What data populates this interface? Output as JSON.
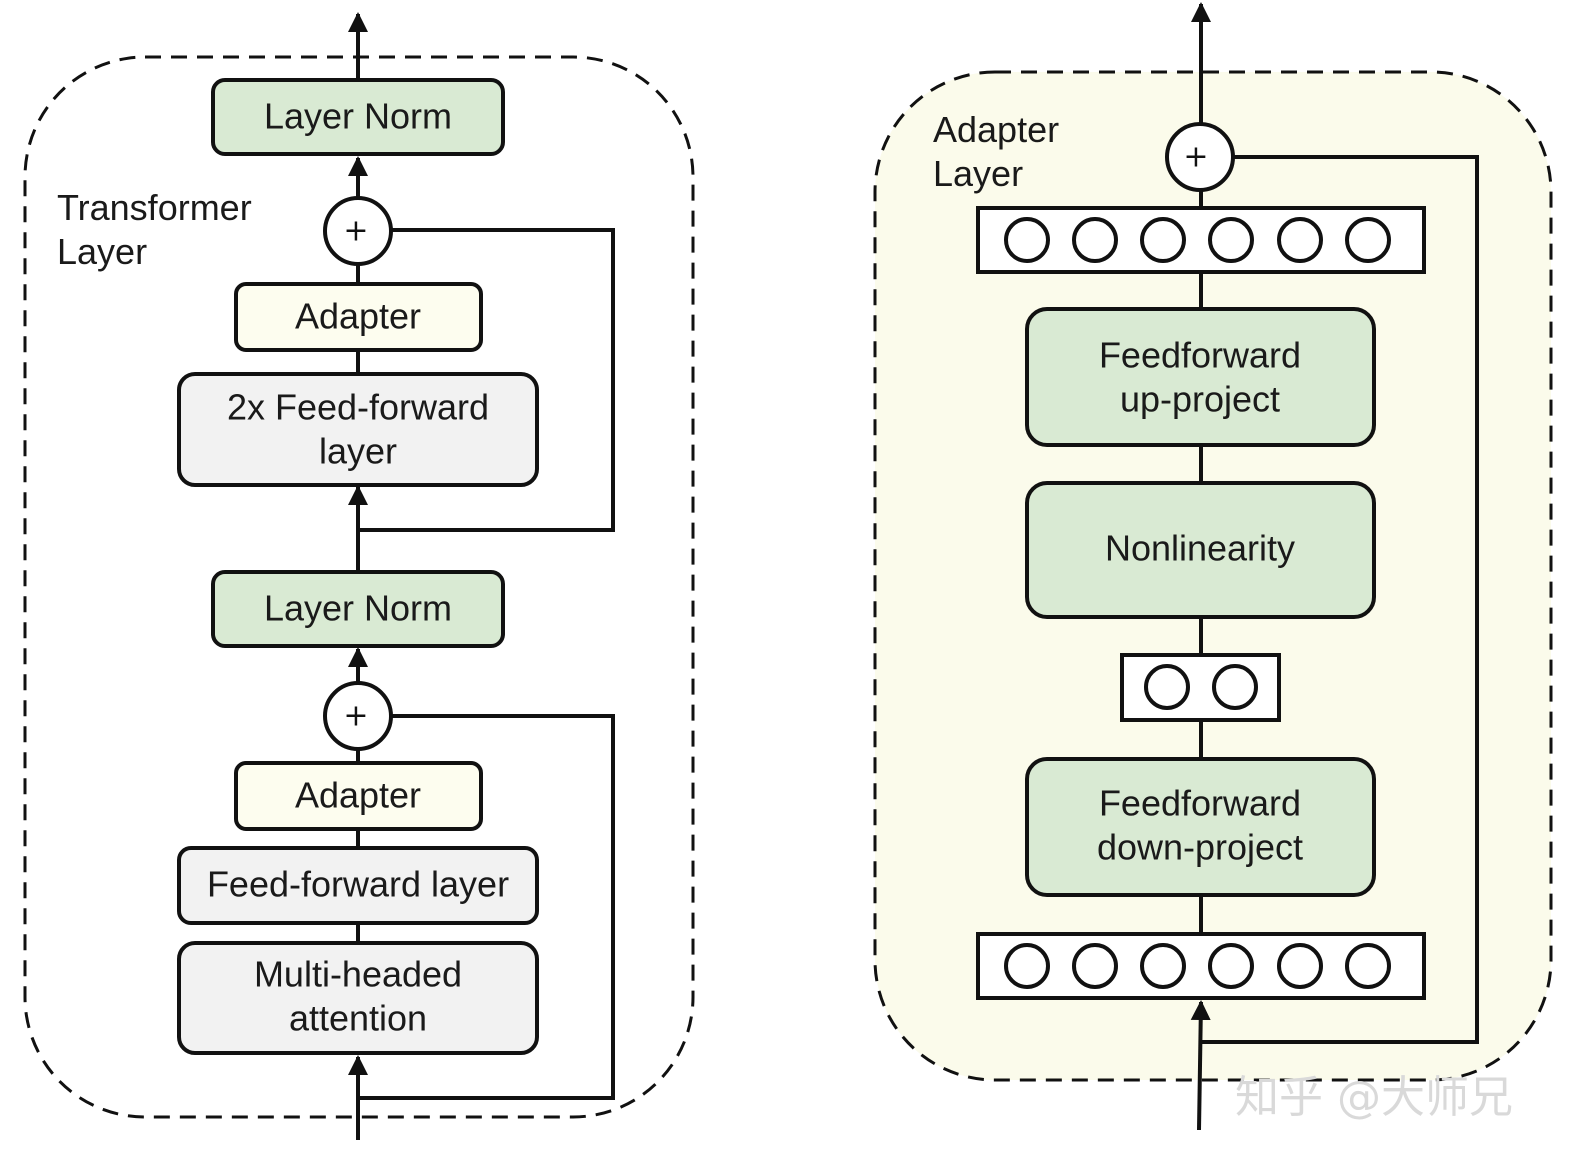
{
  "transformer": {
    "title_line1": "Transformer",
    "title_line2": "Layer",
    "layer_norm_top": "Layer Norm",
    "adapter_top": "Adapter",
    "ff2x_line1": "2x Feed-forward",
    "ff2x_line2": "layer",
    "layer_norm_mid": "Layer Norm",
    "adapter_bottom": "Adapter",
    "ff_layer": "Feed-forward layer",
    "mha_line1": "Multi-headed",
    "mha_line2": "attention",
    "plus": "+"
  },
  "adapter_layer": {
    "title_line1": "Adapter",
    "title_line2": "Layer",
    "up_line1": "Feedforward",
    "up_line2": "up-project",
    "nonlinearity": "Nonlinearity",
    "down_line1": "Feedforward",
    "down_line2": "down-project",
    "plus": "+"
  },
  "watermark": "知乎 @大师兄",
  "colors": {
    "green_fill": "#d9ead3",
    "cream_fill": "#fdfdef",
    "gray_fill": "#f2f2f2",
    "adapter_bg": "#fbfbeb",
    "stroke": "#111111"
  }
}
